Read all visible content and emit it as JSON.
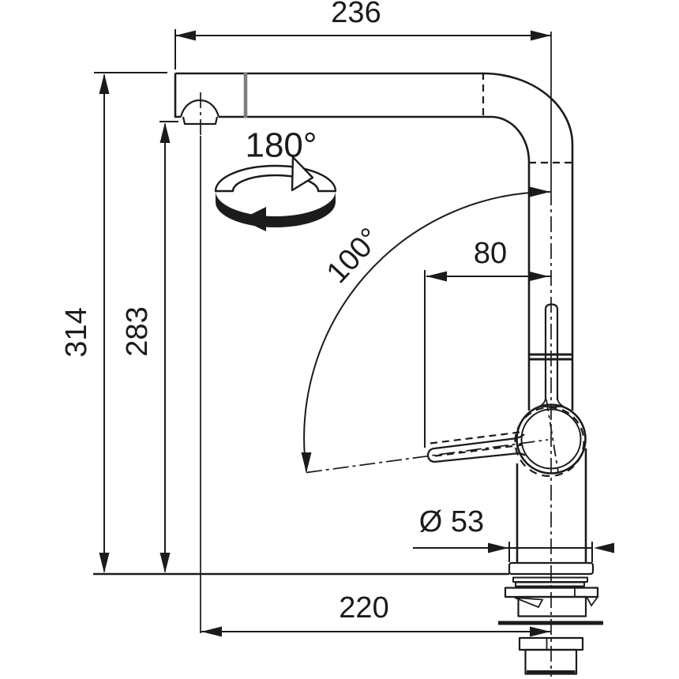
{
  "drawing": {
    "title": "kitchen-faucet-installation-dimensions",
    "colors": {
      "line": "#1b1b1b",
      "background": "#ffffff",
      "head_joint_line": "#7d7d7d"
    },
    "icons": {
      "rotation_ring": "circular-swivel-arrow-ring"
    },
    "labels": {
      "spout_reach_top": "236",
      "overall_height": "314",
      "outlet_height": "283",
      "swivel_angle": "180°",
      "lever_swing_angle": "100°",
      "lever_offset": "80",
      "base_diameter": "Ø 53",
      "reach_bottom": "220"
    }
  }
}
